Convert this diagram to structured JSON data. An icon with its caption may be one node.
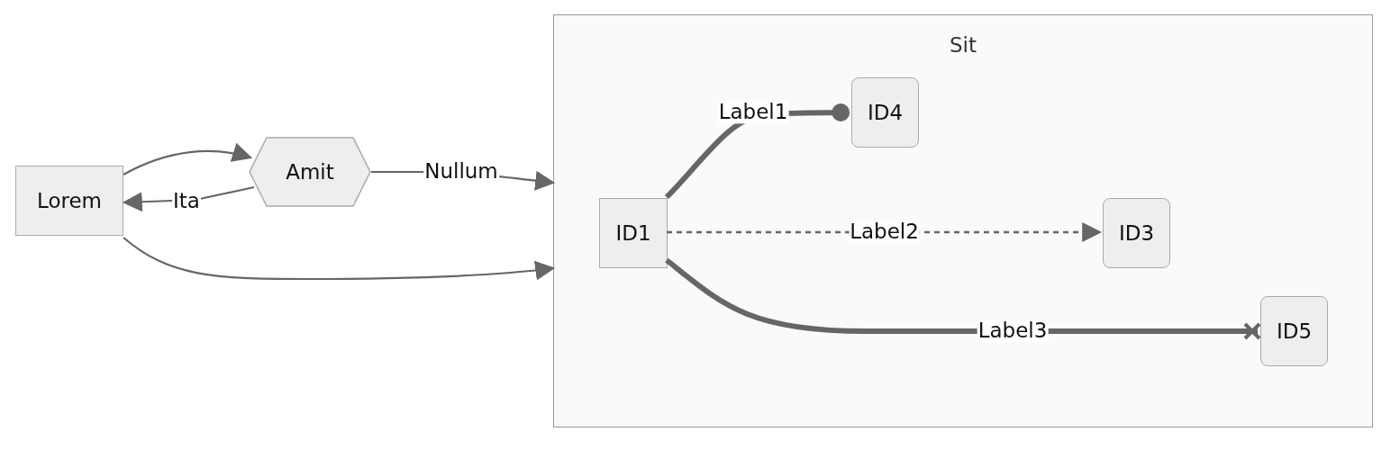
{
  "diagram": {
    "nodes": [
      {
        "text": [
          "Lorem"
        ]
      },
      {
        "text": [
          "Amit"
        ]
      },
      {
        "text": [
          "Sit"
        ]
      },
      {
        "text": [
          "ID1"
        ],
        "in": 2
      },
      {
        "text": [
          "ID4"
        ],
        "in": 2
      },
      {
        "text": [
          "ID3"
        ],
        "in": 2
      },
      {
        "text": [
          "ID5"
        ],
        "in": 2
      }
    ],
    "edges": [
      {
        "from": 0,
        "to": 1,
        "arrow": "to"
      },
      {
        "from": 1,
        "to": 0,
        "arrow": "to",
        "label": "Ita"
      },
      {
        "from": 1,
        "to": 2,
        "arrow": "to",
        "label": "Nullum"
      },
      {
        "from": 0,
        "to": 2,
        "arrow": "to"
      },
      {
        "from": 3,
        "to": 4,
        "arrow": "other",
        "label": "Label1",
        "style": "thick"
      },
      {
        "from": 3,
        "to": 5,
        "arrow": "to",
        "label": "Label2",
        "style": "dashed"
      },
      {
        "from": 3,
        "to": 6,
        "arrow": "other",
        "label": "Label3",
        "style": "thick"
      }
    ]
  }
}
